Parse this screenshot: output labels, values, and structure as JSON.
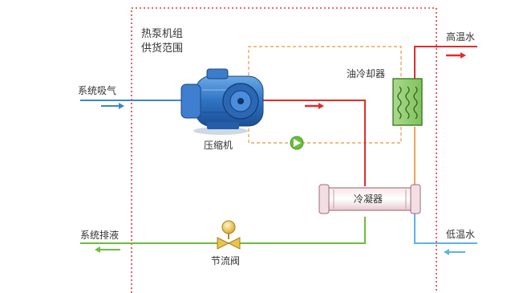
{
  "scope": {
    "line1": "热泵机组",
    "line2": "供货范围"
  },
  "labels": {
    "suction": "系统吸气",
    "discharge_liquid": "系统排液",
    "compressor": "压缩机",
    "oil_cooler": "油冷却器",
    "condenser": "冷凝器",
    "throttle_valve": "节流阀",
    "hot_water": "高温水",
    "cold_water": "低温水"
  },
  "colors": {
    "boundary": "#e23b3b",
    "oil_loop": "#f0a55c",
    "refrigerant_hot": "#e02d2d",
    "refrigerant_liquid": "#6bbf3a",
    "suction": "#3d86c9",
    "water_cold": "#5db3e4",
    "water_hot": "#e02d2d"
  }
}
